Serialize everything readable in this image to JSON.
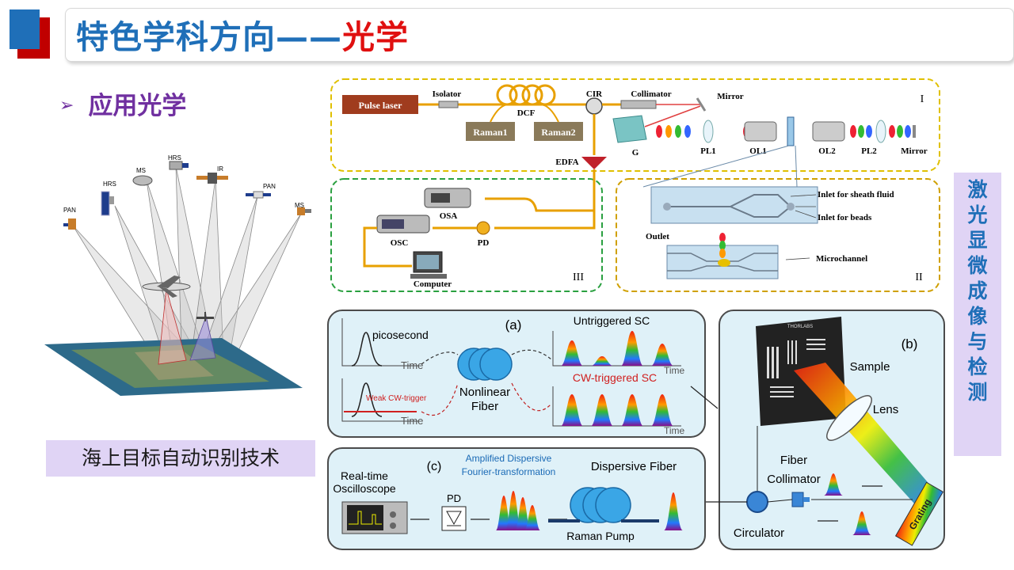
{
  "header": {
    "title_main": "特色学科方向——",
    "title_accent": "光学"
  },
  "subtitle": {
    "label": "应用光学"
  },
  "caption_left": "海上目标自动识别技术",
  "caption_right": "激\n光\n显\n微\n成\n像\n与\n检\n测",
  "satellite_labels": {
    "pan_left": "PAN",
    "hrs_left": "HRS",
    "ms_left": "MS",
    "hrs_mid": "HRS",
    "ir": "IR",
    "pan_right": "PAN",
    "ms_right": "MS"
  },
  "setup": {
    "pulse_laser": "Pulse laser",
    "isolator": "Isolator",
    "dcf": "DCF",
    "raman1": "Raman1",
    "raman2": "Raman2",
    "cir": "CIR",
    "collimator": "Collimator",
    "mirror_top": "Mirror",
    "edfa": "EDFA",
    "g": "G",
    "pl1": "PL1",
    "ol1": "OL1",
    "ol2": "OL2",
    "pl2": "PL2",
    "mirror_right": "Mirror",
    "roman_i": "I",
    "osa": "OSA",
    "osc": "OSC",
    "pd": "PD",
    "computer": "Computer",
    "roman_iii": "III",
    "inlet_sheath": "Inlet for sheath fluid",
    "inlet_beads": "Inlet for beads",
    "outlet": "Outlet",
    "microchannel": "Microchannel",
    "roman_ii": "II"
  },
  "panel_a": {
    "tag": "(a)",
    "picosecond": "picosecond",
    "time1": "Time",
    "weak_trigger": "Weak CW-trigger",
    "time2": "Time",
    "untriggered": "Untriggered SC",
    "time3": "Time",
    "cw_triggered": "CW-triggered SC",
    "time4": "Time",
    "nonlinear": "Nonlinear",
    "fiber": "Fiber"
  },
  "panel_b": {
    "tag": "(b)",
    "sample": "Sample",
    "lens": "Lens",
    "fiber": "Fiber",
    "collimator": "Collimator",
    "circulator": "Circulator",
    "grating": "Grating",
    "thorlabs": "THORLABS"
  },
  "panel_c": {
    "tag": "(c)",
    "amplified1": "Amplified Dispersive",
    "amplified2": "Fourier-transformation",
    "dispersive": "Dispersive Fiber",
    "realtime1": "Real-time",
    "realtime2": "Oscilloscope",
    "pd": "PD",
    "raman_pump": "Raman Pump"
  },
  "colors": {
    "title_blue": "#1f6fb8",
    "accent_red": "#e01010",
    "purple": "#7030a0",
    "caption_bg": "#e0d4f5",
    "panel_bg": "#dff1f8"
  }
}
